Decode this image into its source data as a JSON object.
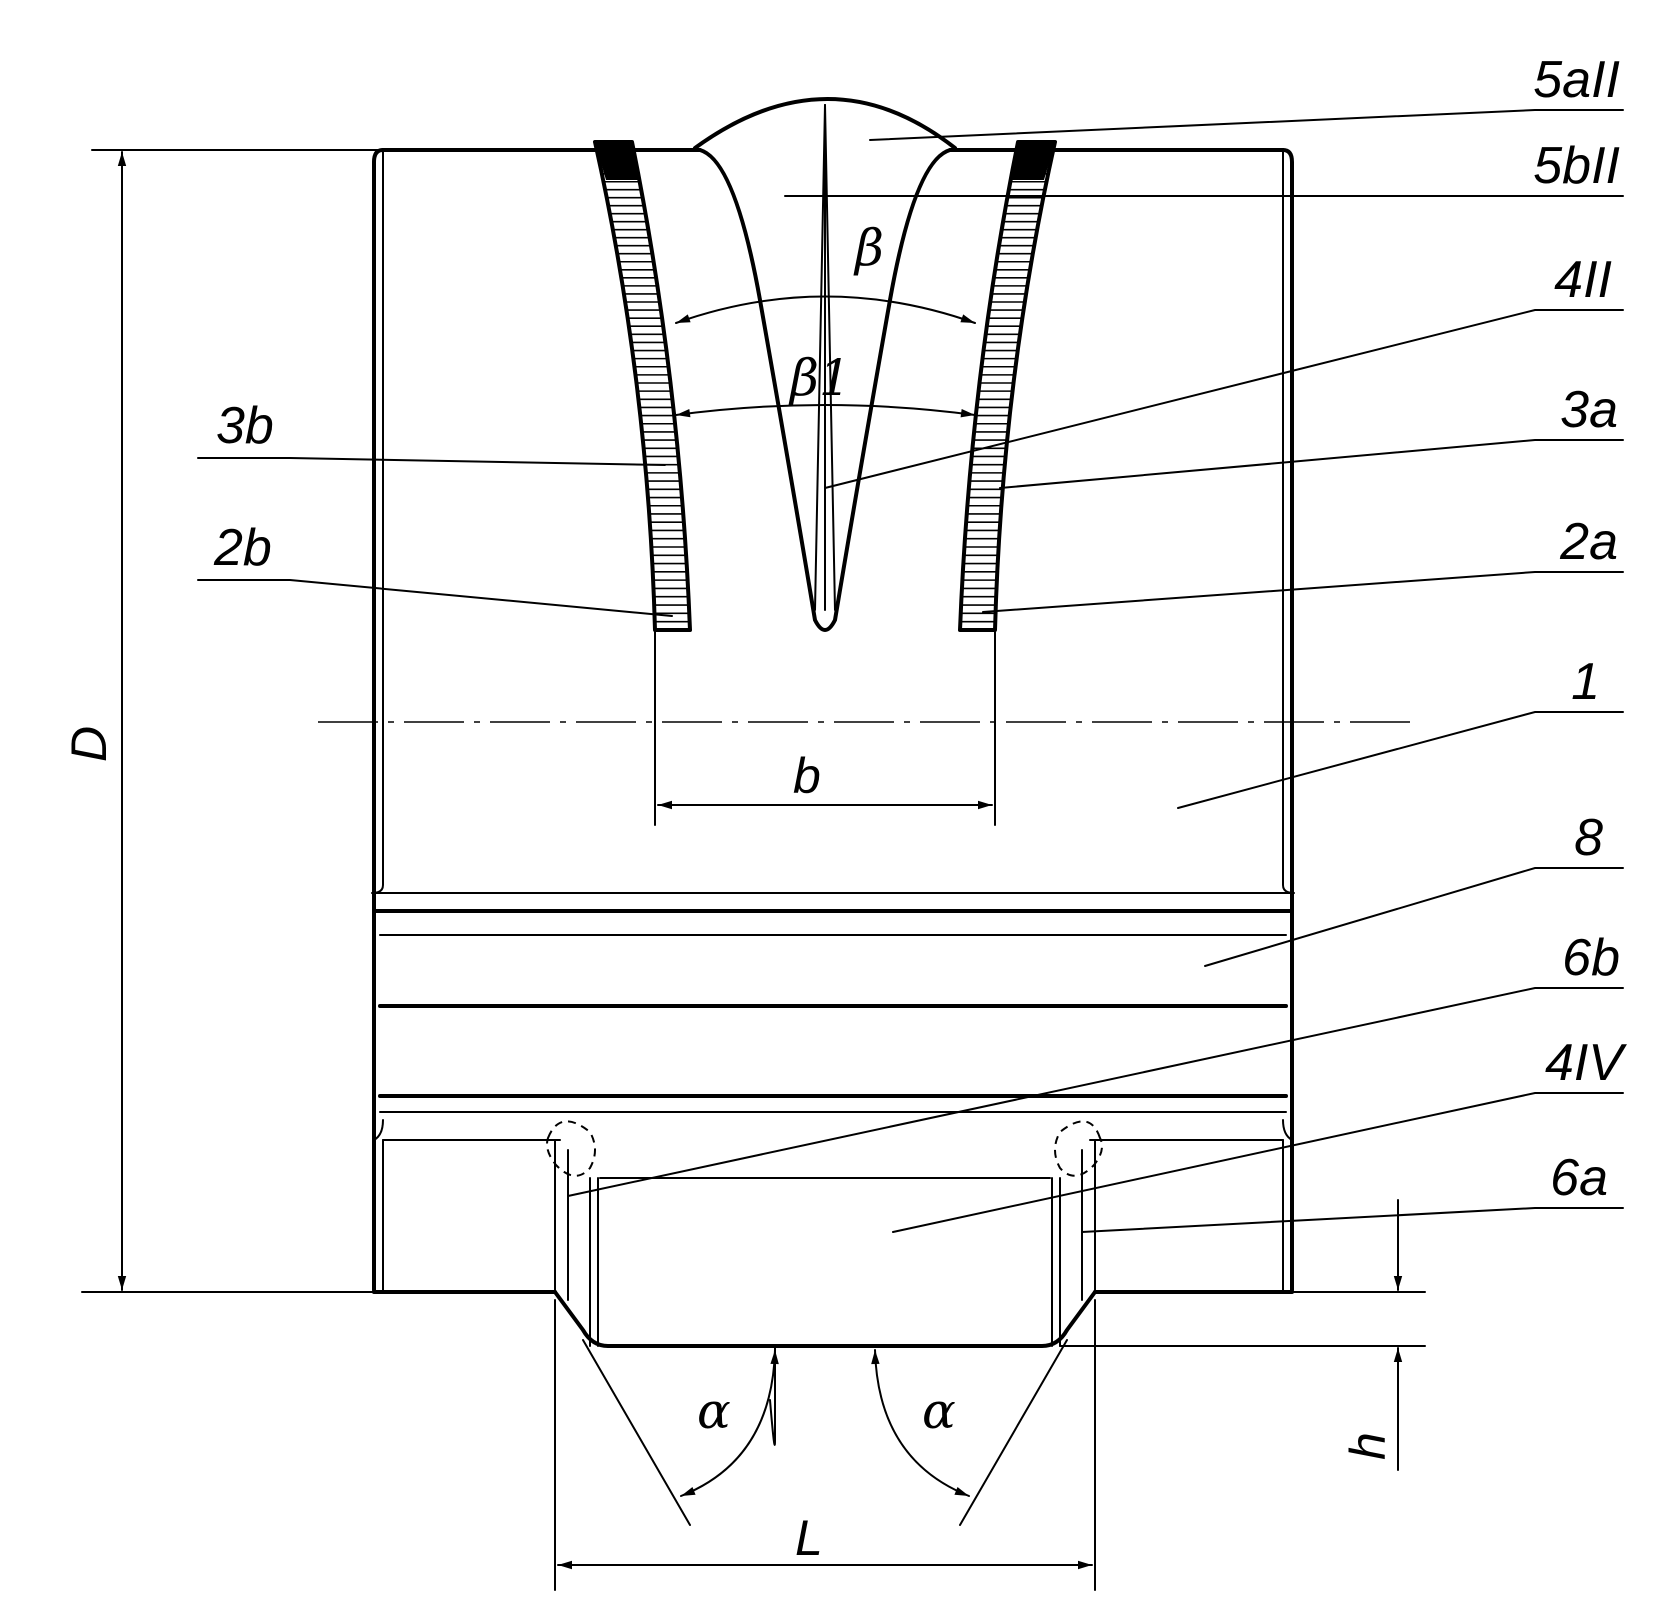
{
  "labels": {
    "l_5aII": "5aII",
    "l_5bII": "5bII",
    "l_4II": "4II",
    "l_3a": "3a",
    "l_2a": "2a",
    "l_1": "1",
    "l_8": "8",
    "l_6b": "6b",
    "l_4IV": "4IV",
    "l_6a": "6a",
    "l_3b": "3b",
    "l_2b": "2b"
  },
  "dimensions": {
    "D": "D",
    "b": "b",
    "L": "L",
    "h": "h",
    "beta": "β",
    "beta1": "β1",
    "alpha_left": "α",
    "alpha_right": "α"
  }
}
